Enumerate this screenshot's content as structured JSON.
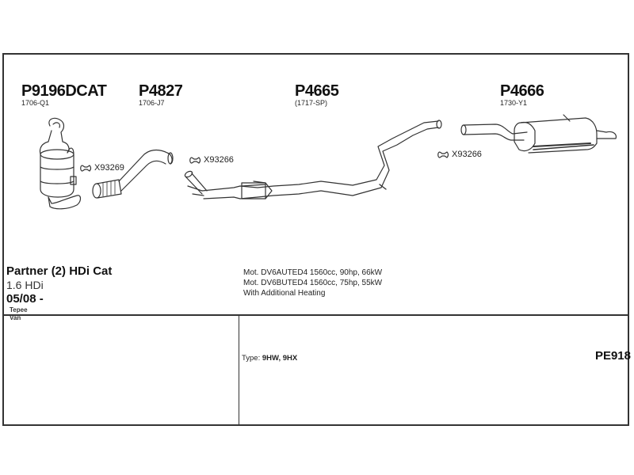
{
  "diagram": {
    "parts": [
      {
        "number": "P9196DCAT",
        "ref": "1706-Q1",
        "component": "catalytic-converter-dpf"
      },
      {
        "number": "P4827",
        "ref": "1706-J7",
        "component": "front-flex-pipe"
      },
      {
        "number": "P4665",
        "ref": "(1717-SP)",
        "component": "middle-pipe"
      },
      {
        "number": "P4666",
        "ref": "1730-Y1",
        "component": "rear-silencer"
      }
    ],
    "gaskets": [
      {
        "code": "X93269",
        "icon": "gasket-icon"
      },
      {
        "code": "X93266",
        "icon": "gasket-icon"
      },
      {
        "code": "X93266",
        "icon": "gasket-icon"
      }
    ]
  },
  "vehicle": {
    "model": "Partner (2) HDi Cat",
    "engine": "1.6 HDi",
    "date_range": "05/08 -",
    "variants": [
      "Tepee",
      "Van"
    ]
  },
  "engines": [
    "Mot. DV6AUTED4 1560cc, 90hp, 66kW",
    "Mot. DV6BUTED4 1560cc, 75hp, 55kW",
    "With Additional Heating"
  ],
  "type": {
    "label": "Type:",
    "value": "9HW, 9HX"
  },
  "system_code": "PE918"
}
